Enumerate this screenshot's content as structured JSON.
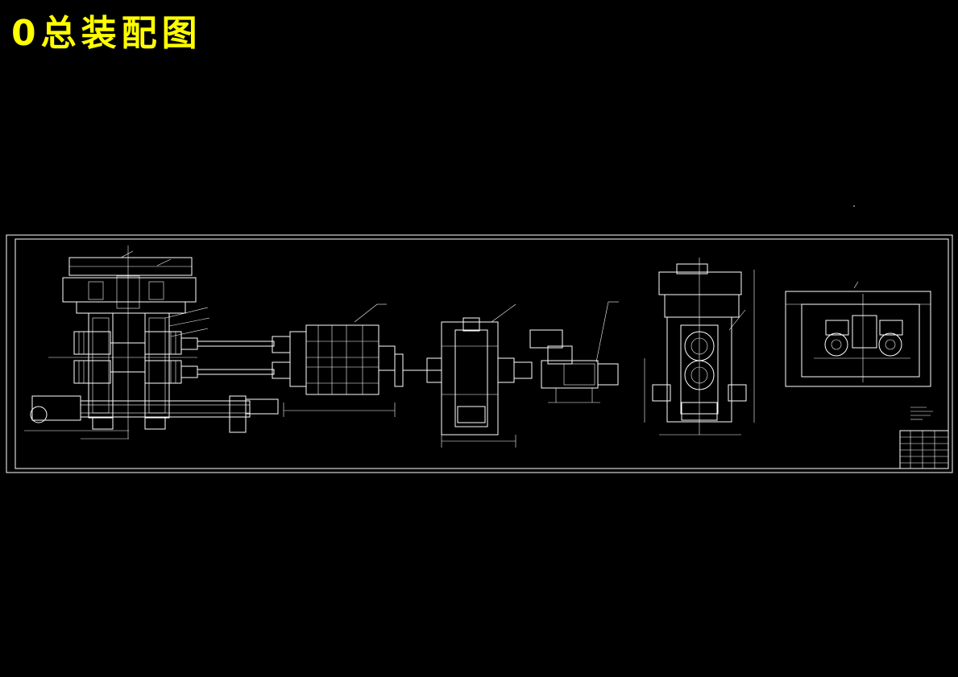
{
  "page_title": "0总装配图",
  "colors": {
    "background": "#000000",
    "title": "#ffff00",
    "linework": "#ffffff"
  },
  "views": [
    "roll-stand-front-view",
    "universal-spindle",
    "gear-seat",
    "reducer",
    "coupling-and-motor",
    "stand-side-view",
    "plan-view",
    "technical-notes",
    "title-block"
  ]
}
